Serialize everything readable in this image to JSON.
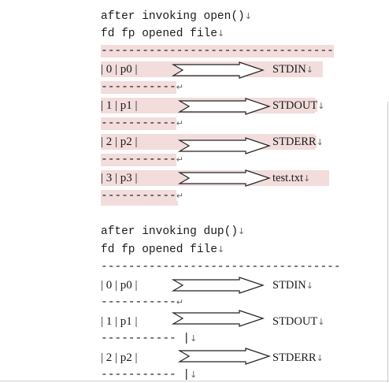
{
  "section_open": {
    "heading": "after invoking open()",
    "columns": "fd fp opened file",
    "rule": "-----------------------------------",
    "rows": [
      {
        "fd": "0",
        "fp": "p0",
        "file": "STDIN"
      },
      {
        "fd": "1",
        "fp": "p1",
        "file": "STDOUT"
      },
      {
        "fd": "2",
        "fp": "p2",
        "file": "STDERR"
      },
      {
        "fd": "3",
        "fp": "p3",
        "file": "test.txt"
      }
    ],
    "row_rule": "-----------"
  },
  "section_dup": {
    "heading": "after invoking dup()",
    "columns": "fd fp opened file",
    "rule": "-----------------------------------",
    "rows": [
      {
        "fd": "0",
        "fp": "p0",
        "file": "STDIN"
      },
      {
        "fd": "1",
        "fp": "p1",
        "file": "STDOUT"
      },
      {
        "fd": "2",
        "fp": "p2",
        "file": "STDERR"
      }
    ],
    "row_rule": "-----------",
    "row_rule_bar": "----------- |"
  },
  "marks": {
    "line_end": "↓",
    "paragraph_end": "↵"
  },
  "colors": {
    "highlight": "#f2dcdc",
    "text": "#1a1a1a"
  }
}
